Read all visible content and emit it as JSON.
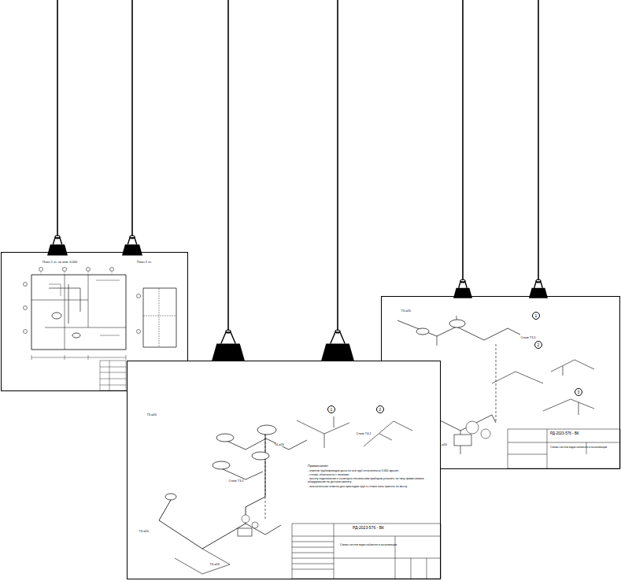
{
  "diagram": {
    "nodes": [
      {
        "text": [
          "План 1 эт. на отм. 0.000",
          "План 2 эт."
        ]
      },
      {
        "text": [
          "РД-2023-576 - ВК",
          "Схемы систем водоснабжения и канализации"
        ]
      },
      {
        "text": [
          "РД-2023-576 - ВК",
          "Схемы систем водоснабжения и канализации",
          "Примечания:",
          "- отметки трубопроводов даны по оси труб относительно 0.000 здания;",
          "- стояки, обозначены с полками;",
          "- высоту подключения к санитарно-техническим приборам уточнить по типу применяемого оборудования по данным проекту;",
          "- окончательная отметка для прокладки труб в стяжке пола принять по месту."
        ]
      }
    ],
    "labels": [
      "1",
      "2",
      "Т3-ø20",
      "Т4-ø20",
      "Стояк Т3-1",
      "Стояк Т4-1",
      "Т3-ø20",
      "Т4-ø20",
      "1",
      "2",
      "3",
      "Стояк Т3-1",
      "Т3-ø20",
      "Т4-ø20"
    ]
  }
}
